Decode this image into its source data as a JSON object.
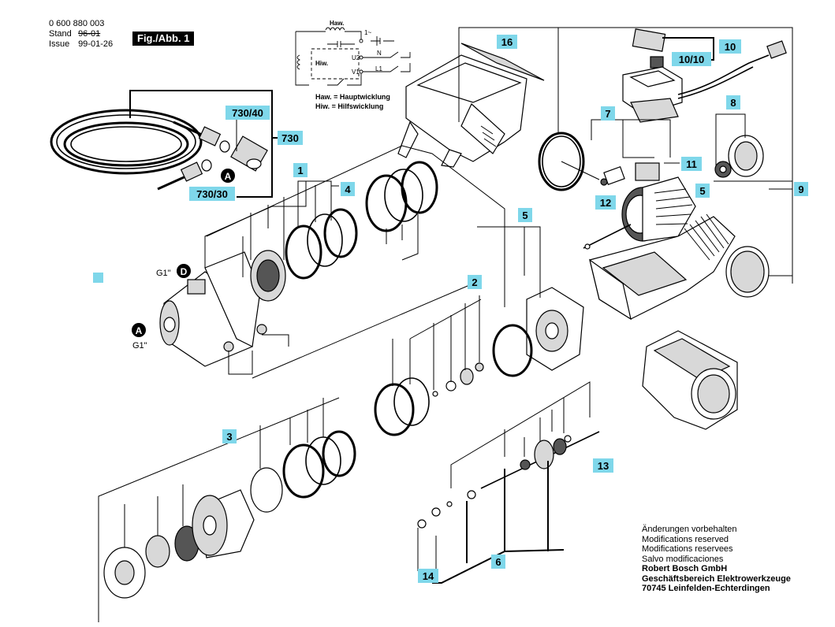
{
  "header": {
    "part_number": "0 600 880 003",
    "stand_label": "Stand",
    "stand_old": "96-01",
    "issue_label": "Issue",
    "issue_date": "99-01-26",
    "figure_title": "Fig./Abb. 1"
  },
  "circuit": {
    "haw_top": "Haw.",
    "hiw": "Hiw.",
    "terminal_1": "1~",
    "terminal_u2": "U2",
    "terminal_v1": "V1",
    "terminal_n": "N",
    "terminal_l1": "L1"
  },
  "legend": {
    "line1": "Haw. = Hauptwicklung",
    "line2": "Hiw. = Hilfswicklung"
  },
  "connectors": {
    "d_label": "D",
    "a_label": "A",
    "a2_label": "A",
    "g1_top": "G1\"",
    "g1_bottom": "G1\""
  },
  "callouts": [
    {
      "id": "c730_40",
      "label": "730/40"
    },
    {
      "id": "c730",
      "label": "730"
    },
    {
      "id": "c730_30",
      "label": "730/30"
    },
    {
      "id": "c16",
      "label": "16"
    },
    {
      "id": "c10",
      "label": "10"
    },
    {
      "id": "c10_10",
      "label": "10/10"
    },
    {
      "id": "c7",
      "label": "7"
    },
    {
      "id": "c8",
      "label": "8"
    },
    {
      "id": "c11",
      "label": "11"
    },
    {
      "id": "c12",
      "label": "12"
    },
    {
      "id": "c5a",
      "label": "5"
    },
    {
      "id": "c9",
      "label": "9"
    },
    {
      "id": "c1",
      "label": "1"
    },
    {
      "id": "c4",
      "label": "4"
    },
    {
      "id": "c5b",
      "label": "5"
    },
    {
      "id": "c2",
      "label": "2"
    },
    {
      "id": "c3",
      "label": "3"
    },
    {
      "id": "c13",
      "label": "13"
    },
    {
      "id": "c6",
      "label": "6"
    },
    {
      "id": "c14",
      "label": "14"
    }
  ],
  "footer": {
    "line1": "Änderungen vorbehalten",
    "line2": "Modifications reserved",
    "line3": "Modifications reservees",
    "line4": "Salvo modificaciones",
    "company": "Robert Bosch GmbH",
    "division": "Geschäftsbereich Elektrowerkzeuge",
    "address": "70745 Leinfelden-Echterdingen"
  },
  "colors": {
    "callout_fill": "#7fd7ea",
    "ink": "#000000",
    "background": "#ffffff"
  }
}
